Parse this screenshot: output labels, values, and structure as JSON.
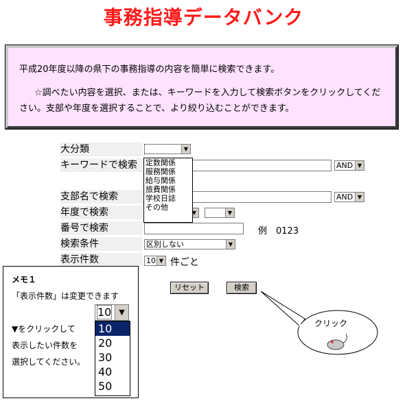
{
  "title": "事務指導データバンク",
  "intro": {
    "line1": "平成20年度以降の県下の事務指導の内容を簡単に検索できます。",
    "line2": "☆調べたい内容を選択、または、キーワードを入力して検索ボタンをクリックしてください。支部や年度を選択することで、より絞り込むことができます。"
  },
  "form": {
    "category_label": "大分類",
    "keyword_label": "キーワードで検索",
    "branch_label": "支部名で検索",
    "year_label": "年度で検索",
    "number_label": "番号で検索",
    "condition_label": "検索条件",
    "count_label": "表示件数",
    "and1": "AND",
    "and2": "AND",
    "number_example": "例　0123",
    "condition_value": "区別しない",
    "count_value": "10",
    "count_suffix": "件ごと",
    "reset_button": "リセット",
    "search_button": "検索"
  },
  "category_options": [
    "定数関係",
    "服務関係",
    "給与関係",
    "旅費関係",
    "学校日誌",
    "その他"
  ],
  "memo": {
    "title": "メモ１",
    "line1": "「表示件数」は変更できます",
    "line2": "▼をクリックして",
    "line3": "表示したい件数を",
    "line4": "選択してください。",
    "selected": "10",
    "options": [
      "10",
      "20",
      "30",
      "40",
      "50"
    ]
  },
  "callout": {
    "text": "クリック"
  }
}
